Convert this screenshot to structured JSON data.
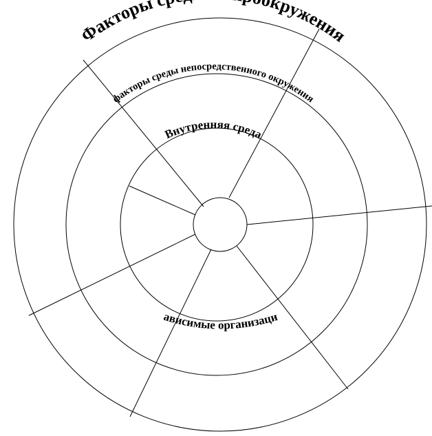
{
  "diagram": {
    "labels": {
      "macro": "Факторы среды макроокружения",
      "direct": "факторы среды непосредственного окружения",
      "internal": "Внутренняя среда",
      "dependent": "Зависимые организации"
    }
  }
}
